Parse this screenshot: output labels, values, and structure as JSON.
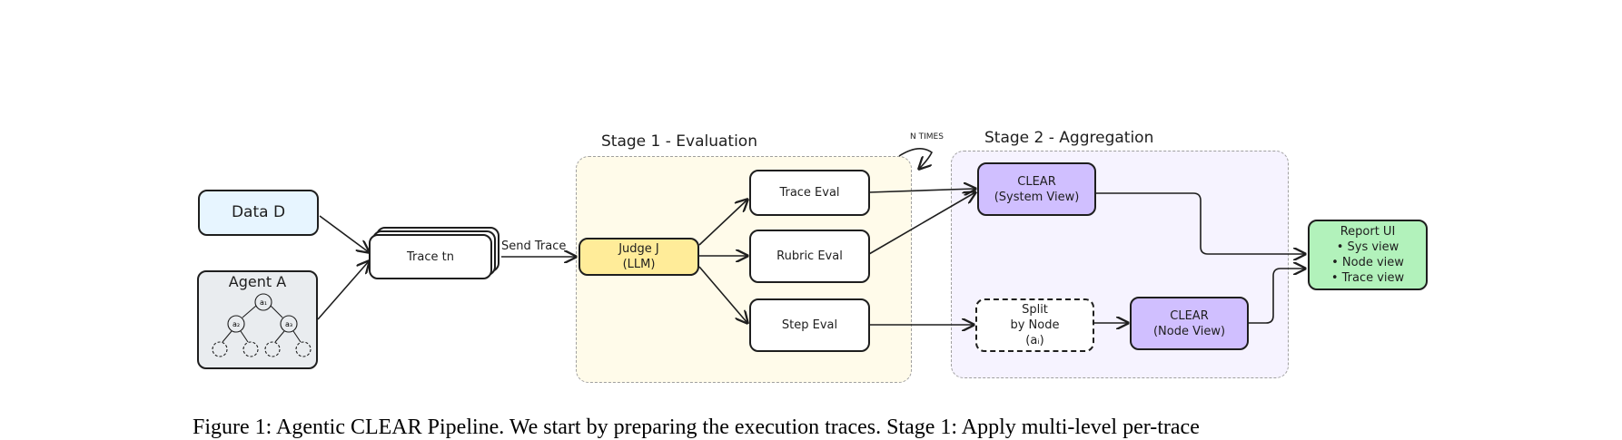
{
  "stages": {
    "stage1_title": "Stage 1 - Evaluation",
    "stage2_title": "Stage 2 - Aggregation",
    "loop_note": "N TIMES"
  },
  "nodes": {
    "data": "Data D",
    "agent": "Agent A",
    "agent_root": "a₁",
    "agent_child_left": "a₂",
    "agent_child_right": "a₃",
    "trace": "Trace tn",
    "judge_line1": "Judge J",
    "judge_line2": "(LLM)",
    "trace_eval": "Trace Eval",
    "rubric_eval": "Rubric Eval",
    "step_eval": "Step Eval",
    "clear_system_line1": "CLEAR",
    "clear_system_line2": "(System View)",
    "split_line1": "Split",
    "split_line2": "by Node",
    "split_line3": "(aᵢ)",
    "clear_node_line1": "CLEAR",
    "clear_node_line2": "(Node View)",
    "report_title": "Report UI",
    "report_item1": "• Sys view",
    "report_item2": "• Node view",
    "report_item3": "• Trace view"
  },
  "edges": {
    "send_trace": "Send Trace"
  },
  "colors": {
    "stage1_bg": "#fffbea",
    "stage2_bg": "#f6f3ff",
    "purple": "#d0bfff",
    "yellow": "#ffec99",
    "green": "#b2f2bb",
    "blue": "#e7f5ff",
    "grey": "#e9ecef"
  },
  "caption": "Figure 1: Agentic CLEAR Pipeline. We start by preparing the execution traces. Stage 1: Apply multi-level per-trace"
}
